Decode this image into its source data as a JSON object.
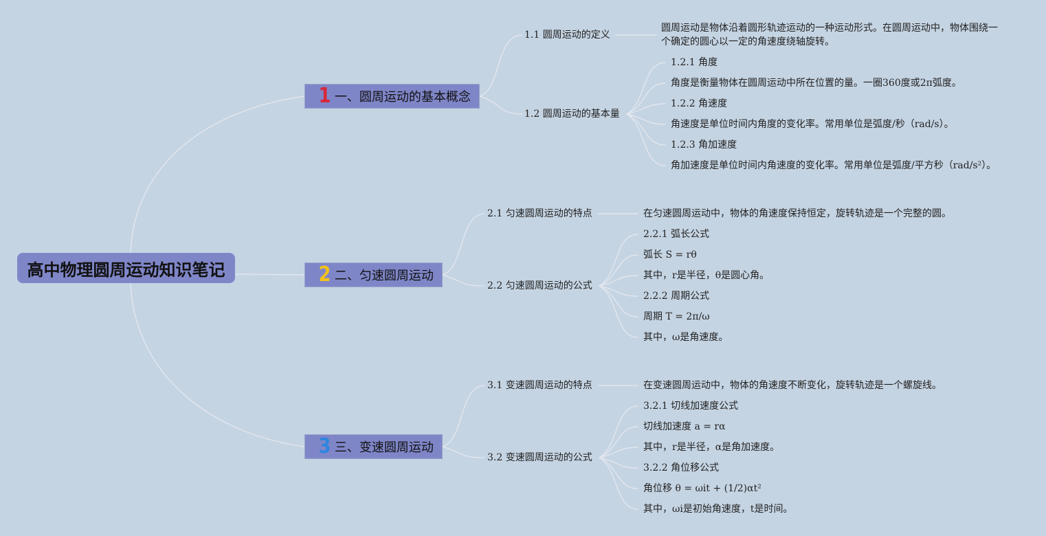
{
  "root": {
    "title": "高中物理圆周运动知识笔记"
  },
  "branches": [
    {
      "number": "1",
      "number_color": "#d6283a",
      "label": "一、圆周运动的基本概念",
      "subs": [
        {
          "label": "1.1 圆周运动的定义",
          "leaves": [
            "圆周运动是物体沿着圆形轨迹运动的一种运动形式。在圆周运动中，物体围绕一个确定的圆心以一定的角速度绕轴旋转。"
          ]
        },
        {
          "label": "1.2 圆周运动的基本量",
          "leaves": [
            "1.2.1 角度",
            "角度是衡量物体在圆周运动中所在位置的量。一圈360度或2π弧度。",
            "1.2.2 角速度",
            "角速度是单位时间内角度的变化率。常用单位是弧度/秒（rad/s）。",
            "1.2.3 角加速度",
            "角加速度是单位时间内角速度的变化率。常用单位是弧度/平方秒（rad/s²）。"
          ]
        }
      ]
    },
    {
      "number": "2",
      "number_color": "#f3c21b",
      "label": "二、匀速圆周运动",
      "subs": [
        {
          "label": "2.1 匀速圆周运动的特点",
          "leaves": [
            "在匀速圆周运动中，物体的角速度保持恒定，旋转轨迹是一个完整的圆。"
          ]
        },
        {
          "label": "2.2 匀速圆周运动的公式",
          "leaves": [
            "2.2.1 弧长公式",
            "弧长 S = rθ",
            "其中，r是半径，θ是圆心角。",
            "2.2.2 周期公式",
            "周期 T = 2π/ω",
            "其中，ω是角速度。"
          ]
        }
      ]
    },
    {
      "number": "3",
      "number_color": "#2e86e0",
      "label": "三、变速圆周运动",
      "subs": [
        {
          "label": "3.1 变速圆周运动的特点",
          "leaves": [
            "在变速圆周运动中，物体的角速度不断变化，旋转轨迹是一个螺旋线。"
          ]
        },
        {
          "label": "3.2 变速圆周运动的公式",
          "leaves": [
            "3.2.1 切线加速度公式",
            "切线加速度 a = rα",
            "其中，r是半径，α是角加速度。",
            "3.2.2 角位移公式",
            "角位移 θ = ωit + (1/2)αt²",
            "其中，ωi是初始角速度，t是时间。"
          ]
        }
      ]
    }
  ]
}
